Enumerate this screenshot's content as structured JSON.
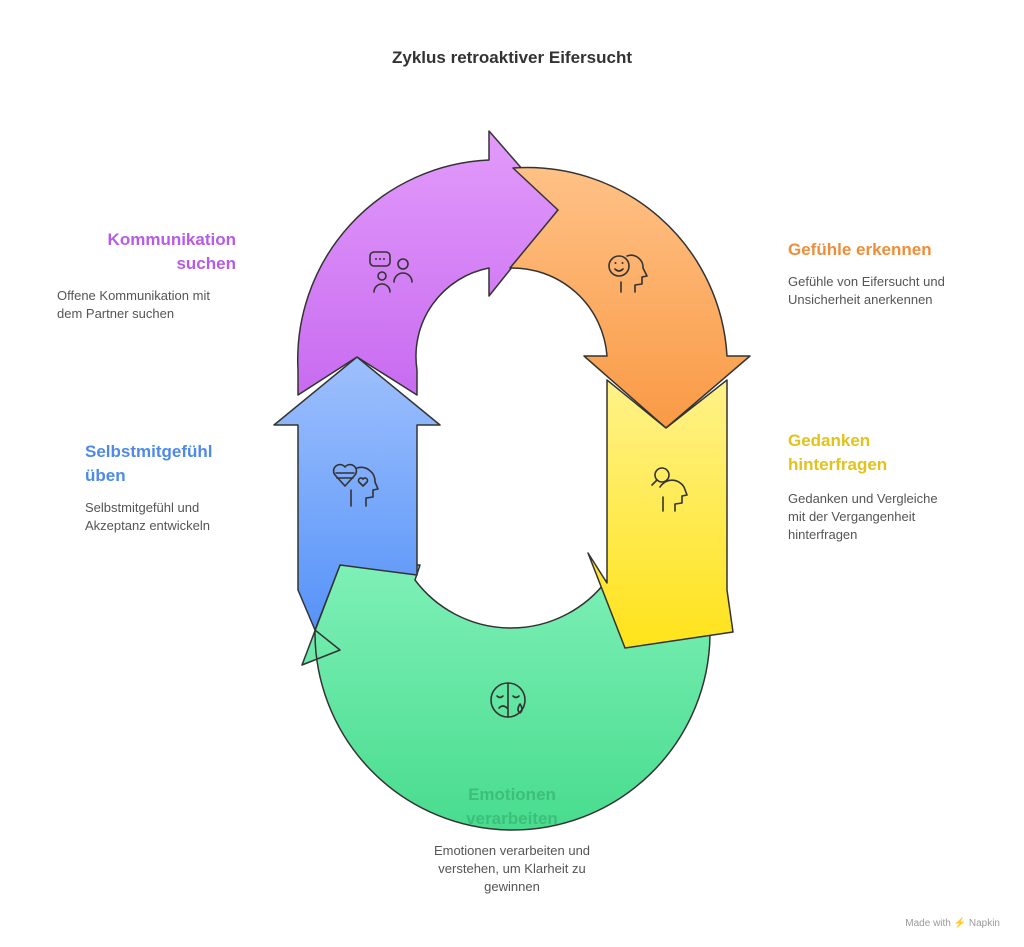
{
  "title": "Zyklus retroaktiver Eifersucht",
  "stages": [
    {
      "id": "gefuehle",
      "title": "Gefühle erkennen",
      "description": "Gefühle von Eifersucht und\nUnsicherheit anerkennen",
      "color": "#EE8E3C",
      "icon": "face-recognition-icon"
    },
    {
      "id": "gedanken",
      "title": "Gedanken\nhinterfragen",
      "description": "Gedanken und Vergleiche\nmit der Vergangenheit\nhinterfragen",
      "color": "#E3C21C",
      "icon": "search-mind-icon"
    },
    {
      "id": "emotionen",
      "title": "Emotionen\nverarbeiten",
      "description": "Emotionen verarbeiten und\nverstehen, um Klarheit zu\ngewinnen",
      "color": "#3DBE7B",
      "icon": "crying-face-icon"
    },
    {
      "id": "selbst",
      "title": "Selbstmitgefühl\nüben",
      "description": "Selbstmitgefühl und\nAkzeptanz entwickeln",
      "color": "#4F8AE8",
      "icon": "heart-mind-icon"
    },
    {
      "id": "kommunikation",
      "title": "Kommunikation\nsuchen",
      "description": "Offene Kommunikation mit\ndem Partner suchen",
      "color": "#B65BEA",
      "icon": "people-chat-icon"
    }
  ],
  "footer": "Made with ⚡ Napkin"
}
